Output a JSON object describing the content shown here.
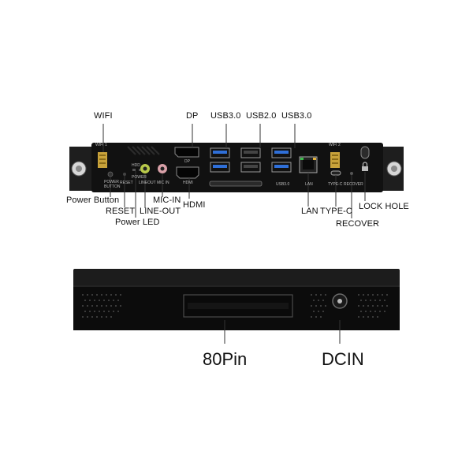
{
  "front_panel": {
    "callouts": {
      "wifi": "WIFI",
      "dp": "DP",
      "usb30_left": "USB3.0",
      "usb20": "USB2.0",
      "usb30_right": "USB3.0",
      "power_button": "Power Button",
      "reset": "RESET",
      "power_led": "Power LED",
      "mic_in": "MIC-IN",
      "line_out": "LINE-OUT",
      "hdmi": "HDMI",
      "lan": "LAN",
      "type_c": "TYPE-C",
      "recover": "RECOVER",
      "lock_hole": "LOCK HOLE"
    },
    "silkscreen": {
      "wifi1": "WIFI 1",
      "wifi2": "WIFI 2",
      "hdd": "HDD",
      "power_button": "POWER BUTTON",
      "reset": "RESET",
      "power": "POWER",
      "lineout": "LINEOUT",
      "micin": "MIC IN",
      "dp": "DP",
      "hdmi": "HDMI",
      "usb30": "USB3.0",
      "lan": "LAN",
      "typec": "TYPE-C",
      "recover": "RECOVER"
    }
  },
  "bottom_panel": {
    "callouts": {
      "pin80": "80Pin",
      "dcin": "DCIN"
    }
  }
}
